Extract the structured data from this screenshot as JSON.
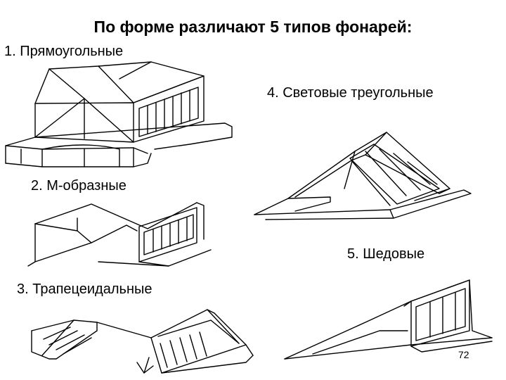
{
  "heading": "По форме различают 5 типов фонарей:",
  "types": [
    {
      "label": "1. Прямоугольные",
      "icon": "rectangular-lantern-icon"
    },
    {
      "label": "2. М-образные",
      "icon": "m-shaped-lantern-icon"
    },
    {
      "label": "3. Трапецеидальные",
      "icon": "trapezoidal-lantern-icon"
    },
    {
      "label": "4. Световые треугольные",
      "icon": "triangular-lantern-icon"
    },
    {
      "label": "5. Шедовые",
      "icon": "sawtooth-lantern-icon"
    }
  ],
  "page_number": "72"
}
